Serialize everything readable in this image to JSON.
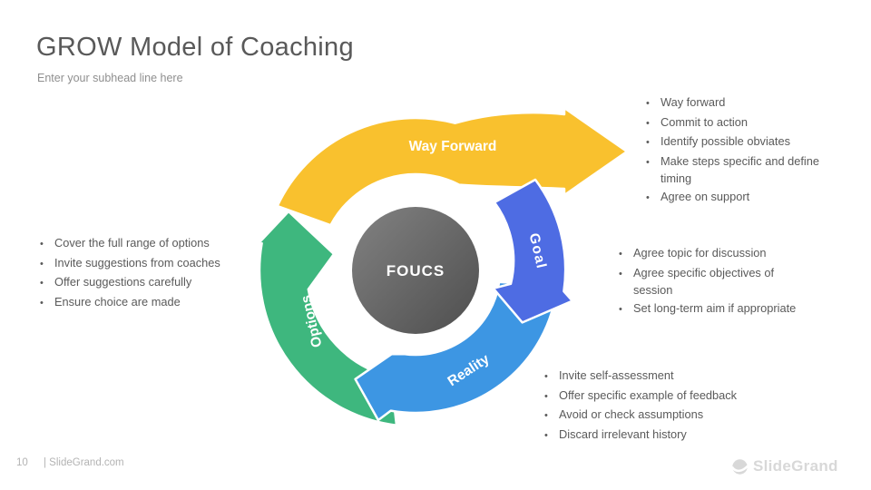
{
  "slide": {
    "title": "GROW Model of Coaching",
    "subtitle": "Enter your subhead line here"
  },
  "diagram": {
    "center_label": "FOUCS",
    "center_colors": {
      "from": "#828282",
      "to": "#4e4e4e"
    },
    "arrows": [
      {
        "id": "way-forward",
        "label": "Way Forward",
        "color": "#F9C12E"
      },
      {
        "id": "goal",
        "label": "Goal",
        "color": "#4E6CE3"
      },
      {
        "id": "reality",
        "label": "Reality",
        "color": "#3D96E3"
      },
      {
        "id": "options",
        "label": "Options",
        "color": "#3EB77E"
      }
    ]
  },
  "lists": {
    "way_forward": {
      "items": [
        "Way forward",
        "Commit to action",
        "Identify possible obviates",
        "Make steps specific and define timing",
        "Agree on support"
      ]
    },
    "goal": {
      "items": [
        "Agree topic for discussion",
        "Agree specific objectives of session",
        "Set long-term aim if appropriate"
      ]
    },
    "reality": {
      "items": [
        "Invite self-assessment",
        "Offer specific example of feedback",
        "Avoid or check assumptions",
        "Discard irrelevant history"
      ]
    },
    "options": {
      "items": [
        "Cover the full range of options",
        "Invite suggestions from coaches",
        "Offer suggestions carefully",
        "Ensure choice are made"
      ]
    }
  },
  "footer": {
    "page_number": "10",
    "site": "| SlideGrand.com",
    "brand": "SlideGrand"
  }
}
